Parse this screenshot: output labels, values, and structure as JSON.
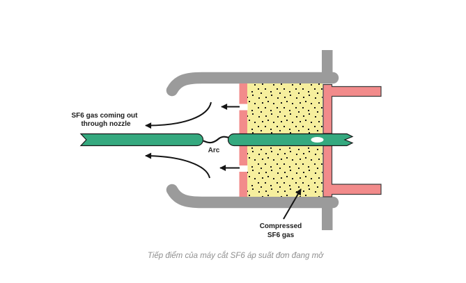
{
  "figure": {
    "labels": {
      "nozzle_line1": "SF6 gas coming out",
      "nozzle_line2": "through nozzle",
      "arc": "Arc",
      "compressed_line1": "Compressed",
      "compressed_line2": "SF6 gas"
    },
    "caption": "Tiếp điểm của máy cắt SF6 áp suất đơn đang mở",
    "colors": {
      "contact_green": "#35a97f",
      "gas_yellow": "#f6ef9e",
      "piston_pink": "#f28b8b",
      "structure_gray": "#9b9b9b",
      "line_black": "#141414",
      "caption_gray": "#8f8f8f",
      "background": "#ffffff"
    }
  }
}
